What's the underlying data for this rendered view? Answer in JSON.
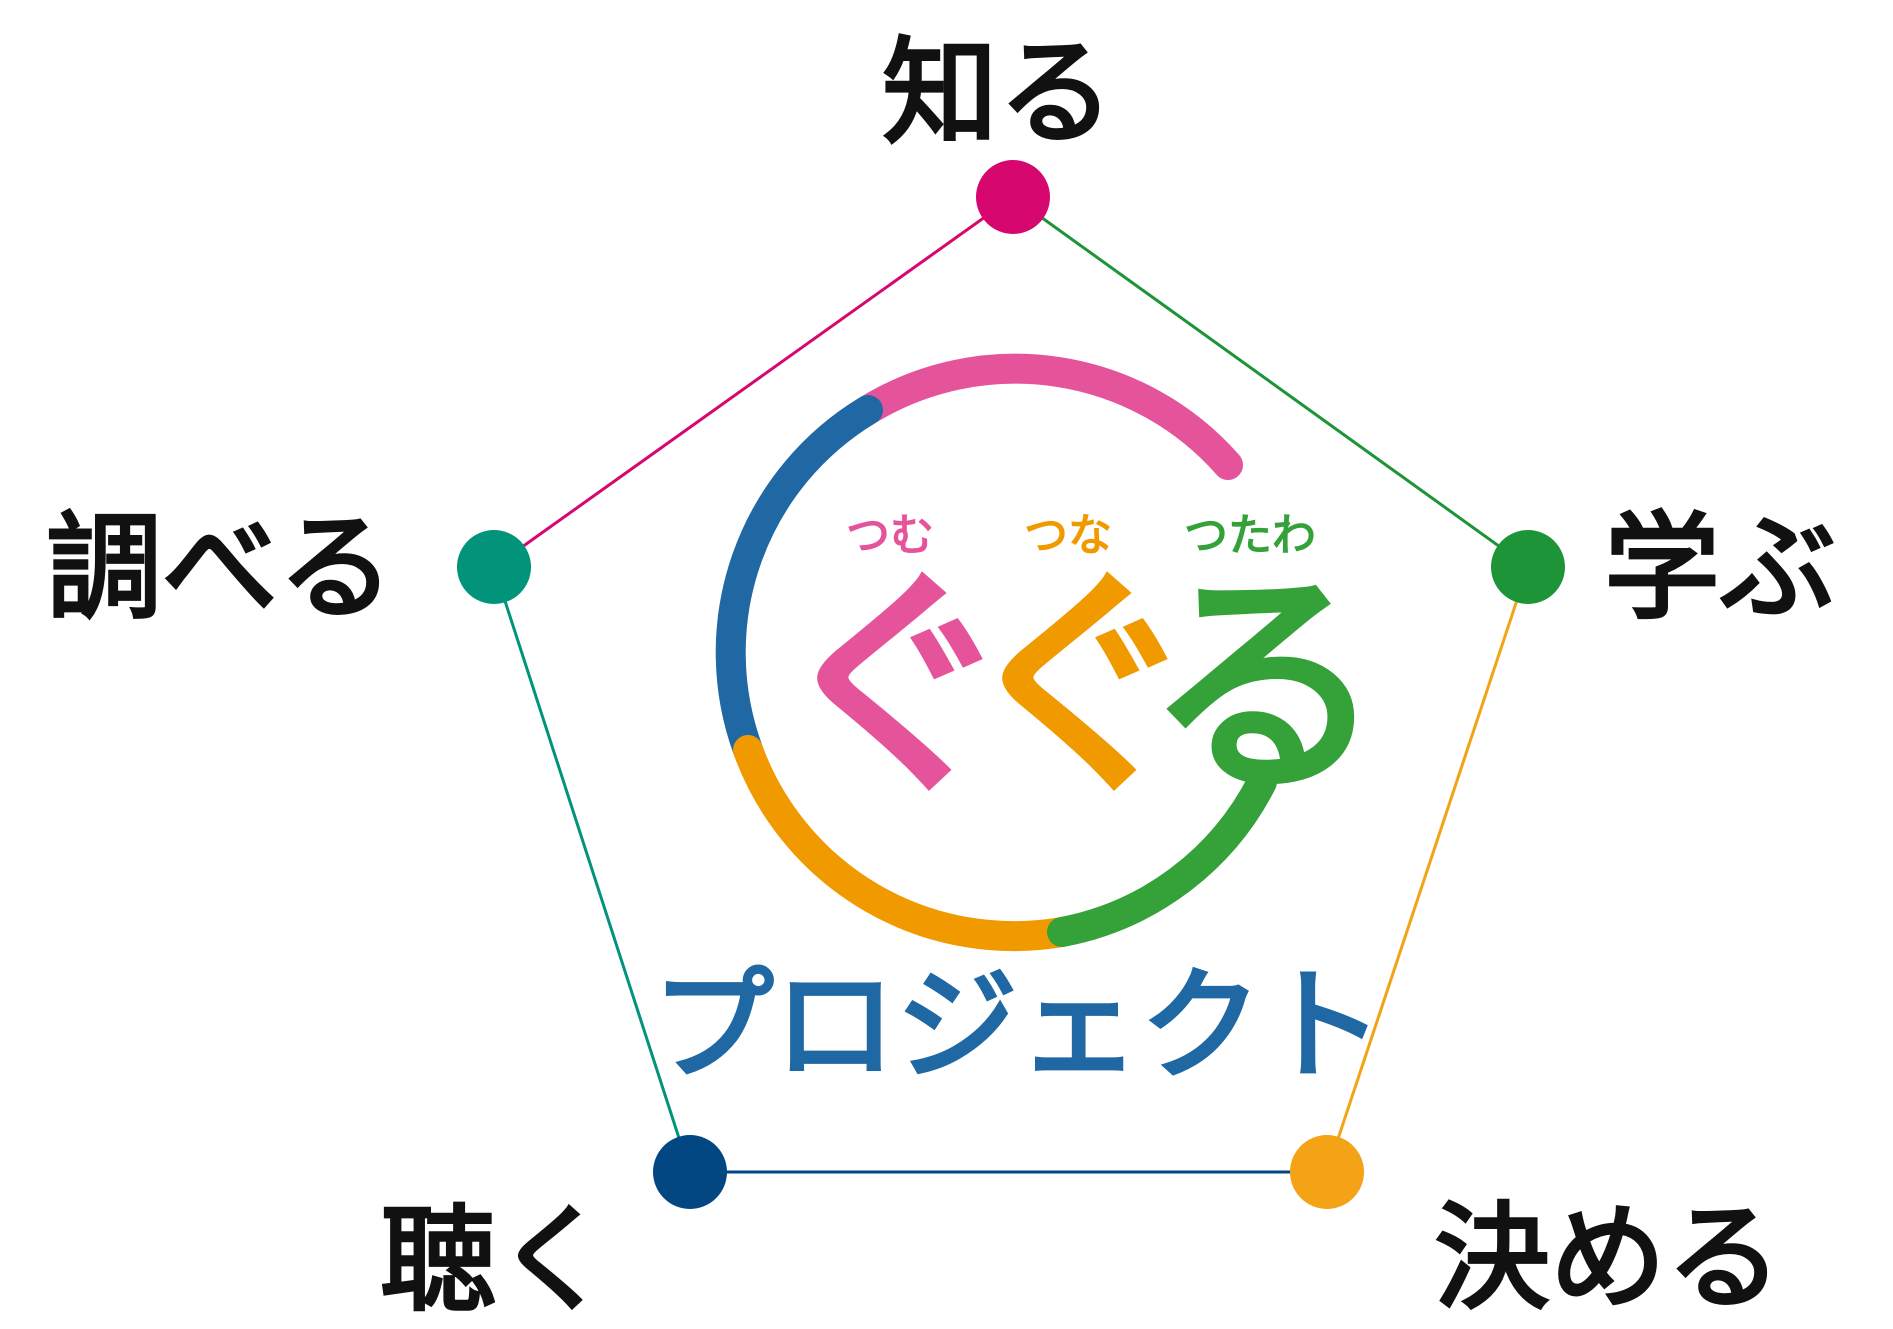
{
  "nodes": [
    {
      "id": "top",
      "label": "知る",
      "color": "#D6076F",
      "edge_color": "#D6076F"
    },
    {
      "id": "right",
      "label": "学ぶ",
      "color": "#1E9438",
      "edge_color": "#1E9438"
    },
    {
      "id": "bottom-right",
      "label": "決める",
      "color": "#F3A315",
      "edge_color": "#F3A315"
    },
    {
      "id": "bottom-left",
      "label": "聴く",
      "color": "#024682",
      "edge_color": "#024682"
    },
    {
      "id": "left",
      "label": "調べる",
      "color": "#02937B",
      "edge_color": "#02937B"
    }
  ],
  "logo": {
    "ring_colors": {
      "pink": "#E5539A",
      "blue": "#1F68A4",
      "orange": "#F09A00",
      "green": "#35A139"
    },
    "small_labels": [
      {
        "text": "つむ",
        "color": "#E5539A"
      },
      {
        "text": "つな",
        "color": "#F09A00"
      },
      {
        "text": "つたわ",
        "color": "#35A139"
      }
    ],
    "main_chars": [
      {
        "text": "ぐ",
        "color": "#E5539A"
      },
      {
        "text": "ぐ",
        "color": "#F09A00"
      },
      {
        "text": "る",
        "color": "#35A139"
      }
    ],
    "subtitle": "プロジェクト",
    "subtitle_color": "#1F68A4"
  }
}
